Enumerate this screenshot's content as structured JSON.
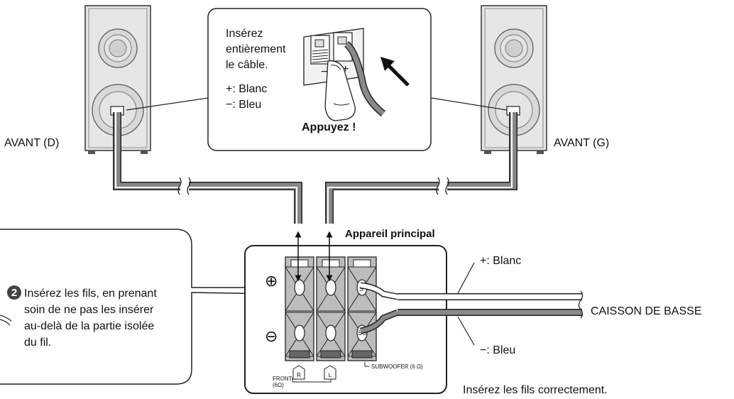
{
  "speakers": {
    "front_right": "AVANT (D)",
    "front_left": "AVANT (G)"
  },
  "callout_top": {
    "line1": "Insérez",
    "line2": "entièrement",
    "line3": "le câble.",
    "plus": "+: Blanc",
    "minus": "−: Bleu",
    "press": "Appuyez !",
    "terminal_minus": "−",
    "terminal_plus": "+"
  },
  "main_unit": {
    "title": "Appareil principal",
    "plus_symbol": "⊕",
    "minus_symbol": "⊖",
    "front_label_1": "FRONT",
    "front_label_2": "(6Ω)",
    "r_label": "R",
    "l_label": "L",
    "subwoofer_label": "SUBWOOFER (6 Ω)",
    "sub_plus_mark": "S",
    "sub_minus_mark": "SS"
  },
  "callout_left": {
    "step": "2",
    "line1": "Insérez les fils, en prenant",
    "line2": "soin de ne pas les insérer",
    "line3": "au-delà de la partie isolée",
    "line4": "du fil."
  },
  "subwoofer": {
    "label": "CAISSON DE BASSE",
    "plus": "+: Blanc",
    "minus": "−: Bleu"
  },
  "footer_note": "Insérez les fils correctement."
}
